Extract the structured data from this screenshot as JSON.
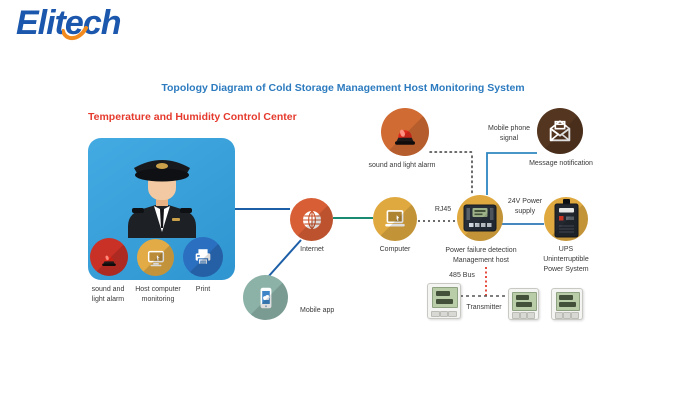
{
  "brand": {
    "logo_pre": "Elit",
    "logo_e": "e",
    "logo_post": "ch"
  },
  "title": "Topology Diagram of Cold Storage Management Host Monitoring System",
  "control_center": {
    "heading": "Temperature and Humidity Control Center",
    "items": [
      {
        "line1": "sound and",
        "line2": "light alarm"
      },
      {
        "line1": "Host computer",
        "line2": "monitoring"
      },
      {
        "line1": "Print",
        "line2": ""
      }
    ]
  },
  "nodes": {
    "alarm": {
      "label": "sound and light alarm"
    },
    "message": {
      "label": "Message notification"
    },
    "internet": {
      "label": "Internet"
    },
    "computer": {
      "label": "Computer"
    },
    "host": {
      "line1": "Power failure detection",
      "line2": "Management host"
    },
    "ups": {
      "line1": "UPS",
      "line2": "Uninterruptible",
      "line3": "Power System"
    },
    "mobile_app": {
      "label": "Mobile app"
    }
  },
  "annotations": {
    "mobile_signal_line1": "Mobile phone",
    "mobile_signal_line2": "signal",
    "power_line1": "24V Power",
    "power_line2": "supply",
    "rj45": "RJ45",
    "bus": "485 Bus",
    "transmitter": "Transmitter"
  },
  "colors": {
    "logo_blue": "#1b57ad",
    "logo_orange": "#f28a1e",
    "title_blue": "#2c7bbf",
    "heading_red": "#e53a2d",
    "box_blue": "#3aa1da",
    "circle_orange": "#d85f35",
    "circle_yellow": "#dfa93f",
    "circle_brown": "#54351f",
    "circle_teal": "#8cb2a8",
    "line_navy": "#1d5fa7",
    "line_teal": "#1a8a70",
    "line_blue": "#2e86c1",
    "line_red_dotted": "#e53a2d"
  }
}
